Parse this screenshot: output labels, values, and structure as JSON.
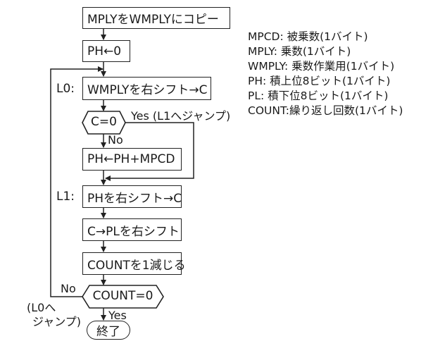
{
  "flowchart": {
    "steps": {
      "copy": "MPLYをWMPLYにコピー",
      "init_ph": "PH←0",
      "shift_wmply": "WMPLYを右シフト→C",
      "cond_c": "C=0",
      "add": "PH←PH+MPCD",
      "shift_ph": "PHを右シフト→C",
      "shift_pl": "C→PLを右シフト",
      "dec_count": "COUNTを1減じる",
      "cond_count": "COUNT=0",
      "end": "終了"
    },
    "labels": {
      "l0": "L0:",
      "l1": "L1:",
      "yes_jump_l1": "Yes (L1へジャンプ)",
      "no_c": "No",
      "no_count": "No",
      "jump_l0_line1": "(L0へ",
      "jump_l0_line2": "ジャンプ)",
      "yes_count": "Yes"
    }
  },
  "legend": [
    "MPCD: 被乗数(1バイト)",
    "MPLY: 乗数(1バイト)",
    "WMPLY: 乗数作業用(1バイト)",
    "PH: 積上位8ビット(1バイト)",
    "PL: 積下位8ビット(1バイト)",
    "COUNT:繰り返し回数(1バイト)"
  ]
}
